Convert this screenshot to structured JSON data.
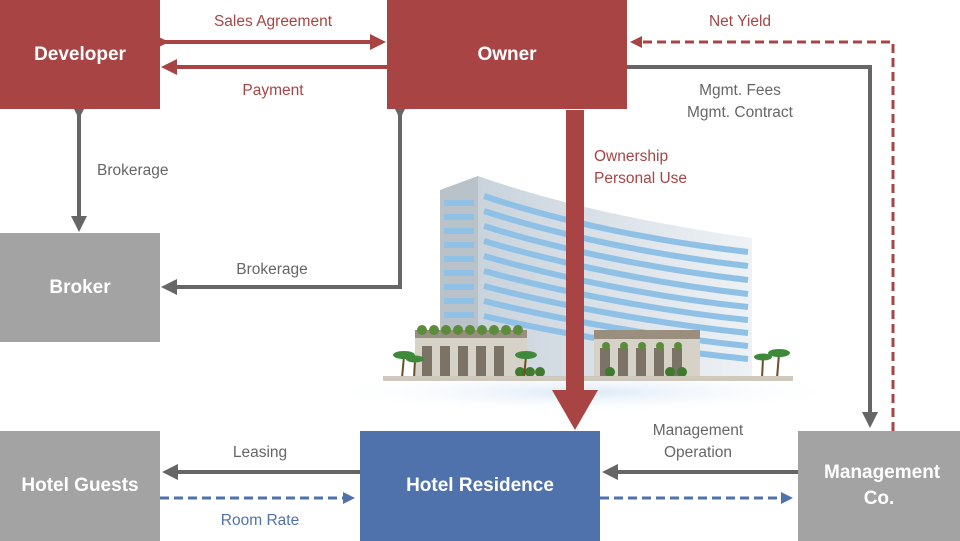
{
  "nodes": {
    "developer": "Developer",
    "owner": "Owner",
    "broker": "Broker",
    "hotel_guests": "Hotel Guests",
    "hotel_residence": "Hotel Residence",
    "management_co": "Management Co."
  },
  "flows": {
    "sales_agreement": "Sales Agreement",
    "payment": "Payment",
    "net_yield": "Net Yield",
    "mgmt_fees": "Mgmt. Fees",
    "mgmt_contract": "Mgmt. Contract",
    "brokerage_left": "Brokerage",
    "brokerage_bottom": "Brokerage",
    "ownership": "Ownership",
    "personal_use": "Personal Use",
    "leasing": "Leasing",
    "room_rate": "Room Rate",
    "management": "Management",
    "operation": "Operation"
  },
  "colors": {
    "owner_red": "#a84444",
    "neutral_gray": "#a3a3a3",
    "residence_blue": "#4f72ad",
    "arrow_gray": "#666666"
  }
}
